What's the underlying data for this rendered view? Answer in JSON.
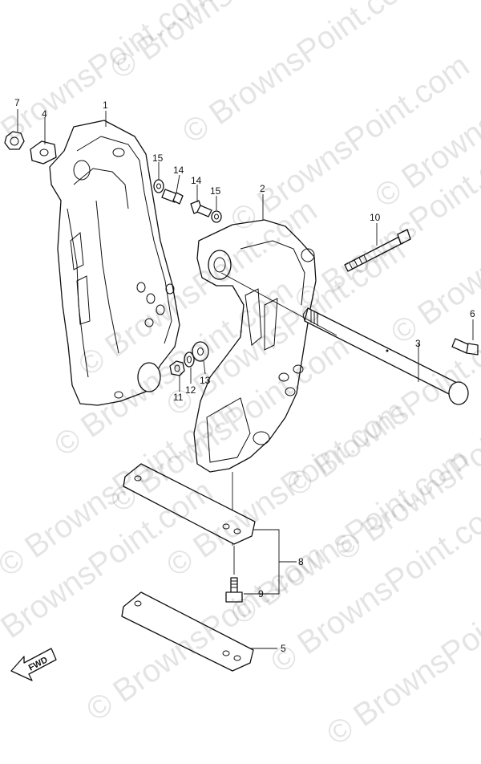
{
  "watermark": {
    "text": "© BrownsPoint.com"
  },
  "fwd_label": "FWD",
  "callouts": {
    "p1": "1",
    "p2": "2",
    "p3": "3",
    "p4": "4",
    "p5": "5",
    "p6": "6",
    "p7": "7",
    "p8": "8",
    "p9": "9",
    "p10": "10",
    "p11": "11",
    "p12": "12",
    "p13": "13",
    "p14a": "14",
    "p14b": "14",
    "p15a": "15",
    "p15b": "15"
  }
}
